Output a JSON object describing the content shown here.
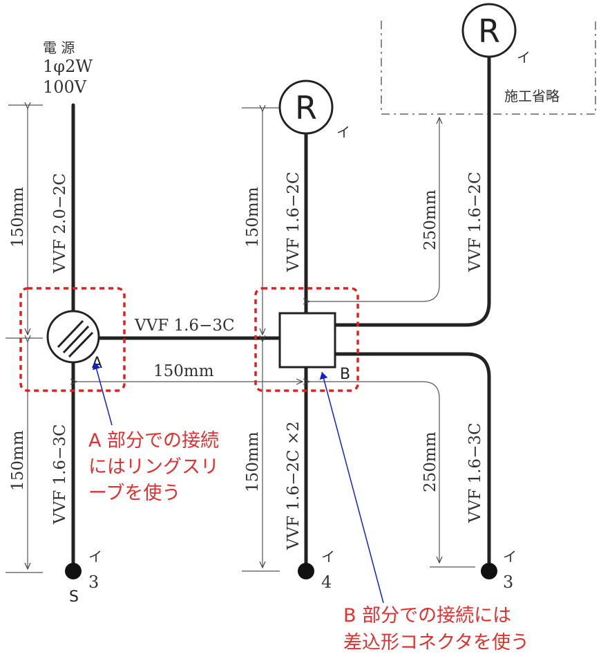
{
  "power": {
    "line1": "電 源",
    "line2": "1φ2W",
    "line3": "100V"
  },
  "lamp_symbol": "R",
  "lamp_label": "イ",
  "omit_label": "施工省略",
  "cables": {
    "source": "VVF 2.0−2C",
    "left_lower": "VVF 1.6−3C",
    "horizontal": "VVF 1.6−3C",
    "mid_upper": "VVF 1.6−2C",
    "mid_lower": "VVF 1.6−2C ×2",
    "right_upper": "VVF 1.6−2C",
    "right_lower": "VVF 1.6−3C"
  },
  "dims": {
    "left_upper": "150mm",
    "left_lower": "150mm",
    "horizontal": "150mm",
    "mid_upper": "150mm",
    "mid_lower": "150mm",
    "right_upper": "250mm",
    "right_lower": "250mm"
  },
  "markers": {
    "a": "A",
    "b": "B"
  },
  "switches": {
    "s1_top": "イ",
    "s1_bottom": "3",
    "s1_label": "S",
    "s2_top": "イ",
    "s2_bottom": "4",
    "s3_top": "イ",
    "s3_bottom": "3"
  },
  "notes": {
    "a_line1": "A 部分での接続",
    "a_line2": "にはリングスリ",
    "a_line3": "ーブを使う",
    "b_line1": "B 部分での接続には",
    "b_line2": "差込形コネクタを使う"
  }
}
